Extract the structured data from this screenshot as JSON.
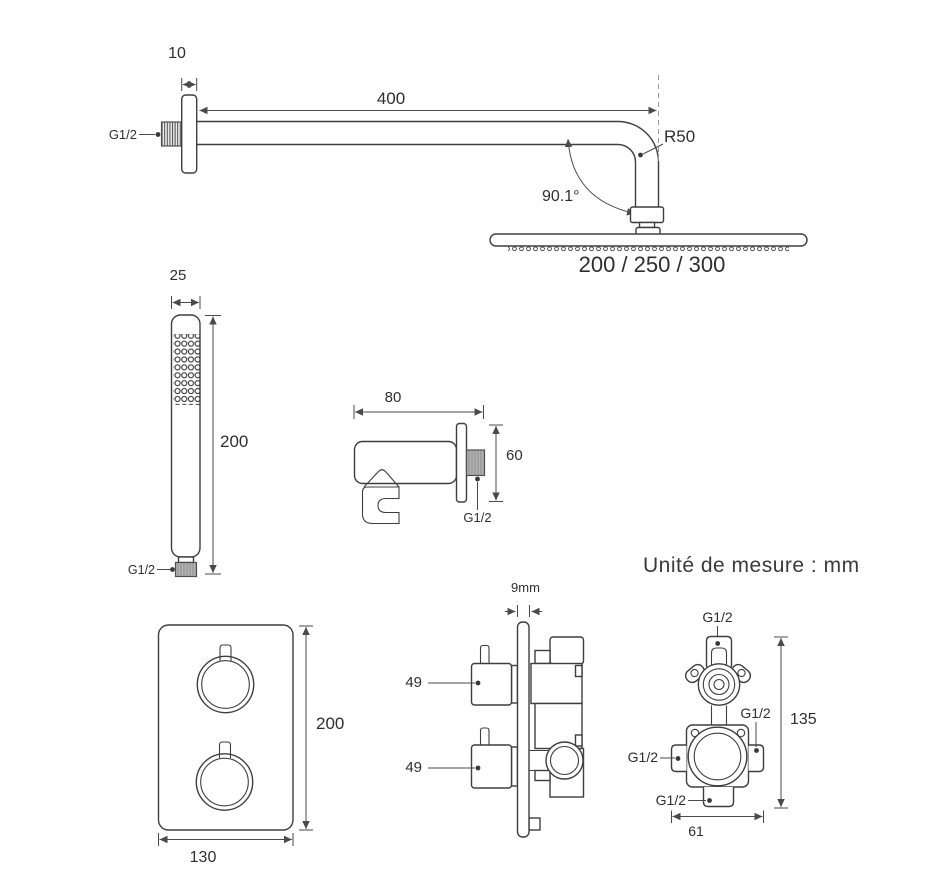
{
  "note": {
    "unit": "Unité de mesure : mm"
  },
  "shower_arm": {
    "plate_thickness": "10",
    "inlet_thread": "G1/2",
    "length": "400",
    "bend_radius": "R50",
    "bend_angle": "90.1°",
    "head_sizes": "200 / 250 / 300"
  },
  "hand_shower": {
    "width": "25",
    "length": "200",
    "thread": "G1/2"
  },
  "wall_outlet": {
    "width": "80",
    "height": "60",
    "thread": "G1/2"
  },
  "trim_plate": {
    "width": "130",
    "height": "200"
  },
  "valve_side": {
    "plate_thickness": "9mm",
    "top_knob_depth": "49",
    "bottom_knob_depth": "49"
  },
  "valve_body": {
    "top_thread": "G1/2",
    "right_thread": "G1/2",
    "left_thread": "G1/2",
    "bottom_thread": "G1/2",
    "height": "135",
    "width": "61"
  },
  "colors": {
    "line": "#3e3e3e",
    "dim": "#4a4a4a",
    "metal_gray": "#b3b3b3",
    "background": "#ffffff"
  }
}
